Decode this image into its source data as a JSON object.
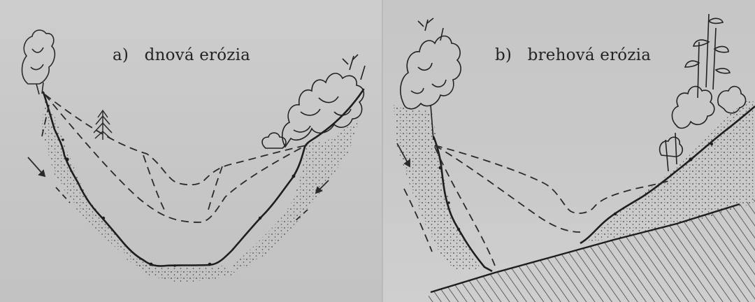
{
  "panels": [
    {
      "label": "a)",
      "title": "dnová erózia"
    },
    {
      "label": "b)",
      "title": "brehová erózia"
    }
  ]
}
